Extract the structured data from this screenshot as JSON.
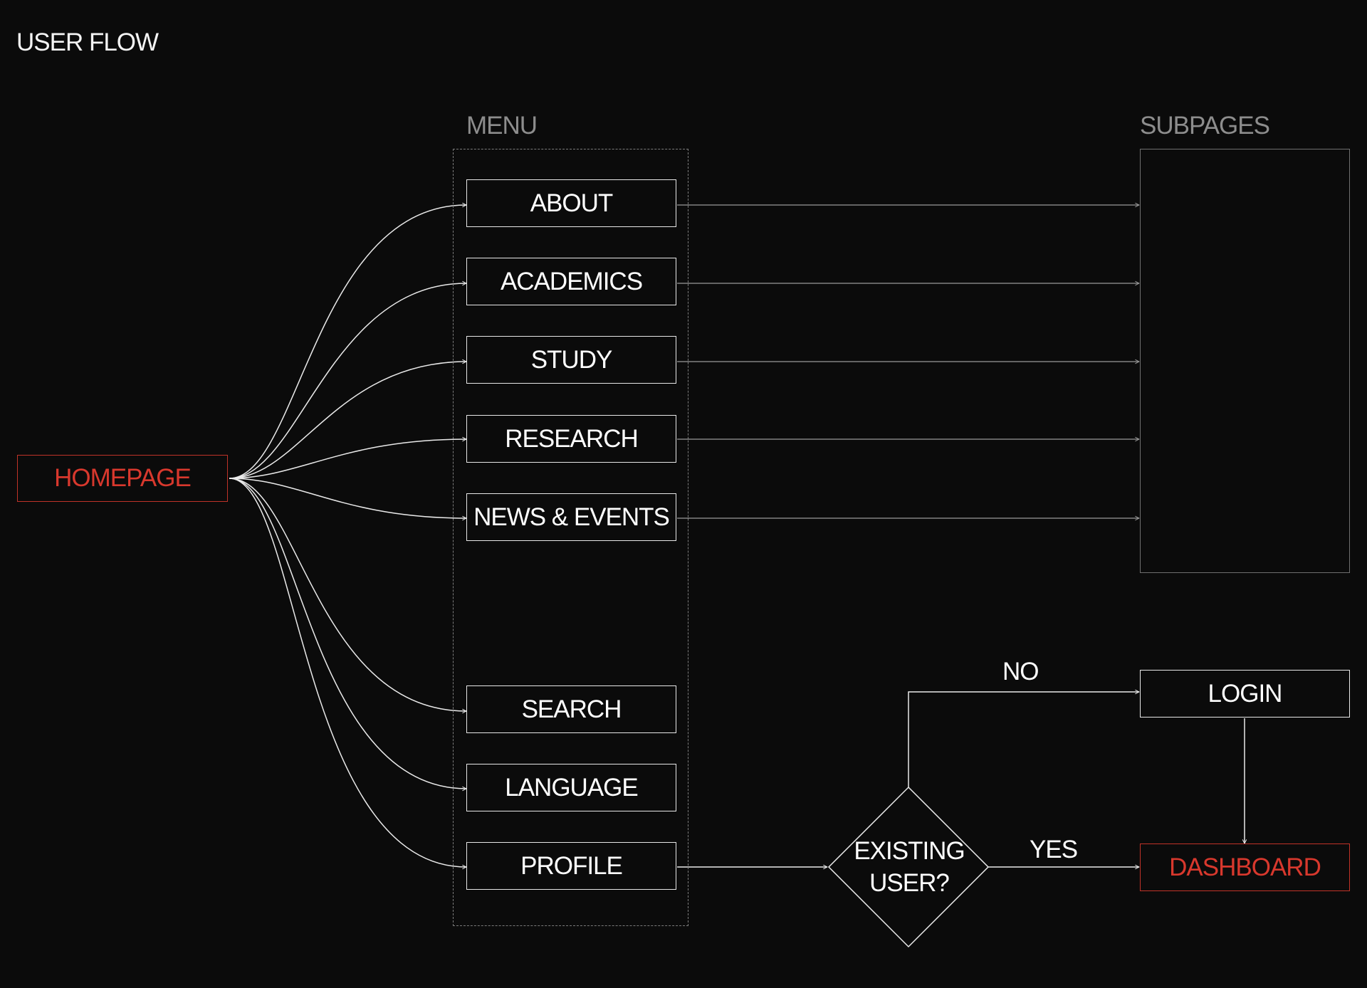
{
  "title": "USER FLOW",
  "menu_label": "MENU",
  "subpages_label": "SUBPAGES",
  "homepage": "HOMEPAGE",
  "menu_items": [
    "ABOUT",
    "ACADEMICS",
    "STUDY",
    "RESEARCH",
    "NEWS & EVENTS",
    "SEARCH",
    "LANGUAGE",
    "PROFILE"
  ],
  "decision": {
    "line1": "EXISTING",
    "line2": "USER?"
  },
  "edge_no": "NO",
  "edge_yes": "YES",
  "login": "LOGIN",
  "dashboard": "DASHBOARD",
  "colors": {
    "background": "#0b0b0b",
    "accent": "#d8382d",
    "line": "#e8e8e8",
    "muted": "#8d8d8d"
  }
}
